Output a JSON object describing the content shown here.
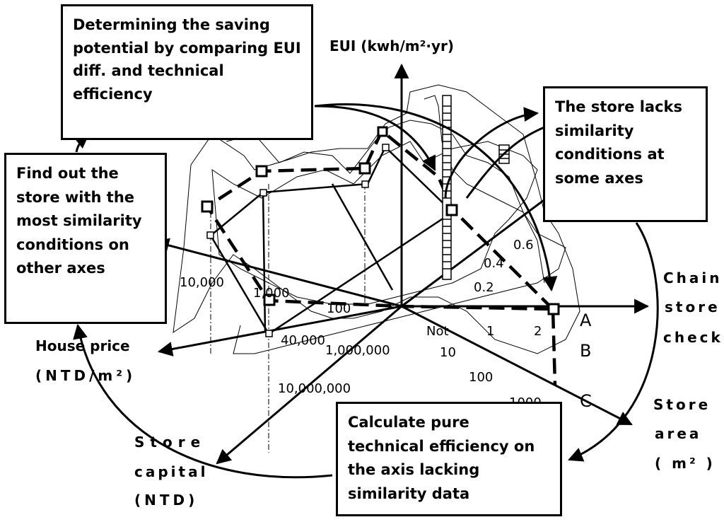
{
  "axes": {
    "eui": "EUI  (kwh/m²·yr)",
    "chain_line1": "Chain",
    "chain_line2": "store",
    "chain_line3": "check",
    "area_line1": "Store",
    "area_line2": "area",
    "area_line3": "( m² )",
    "capital_line1": "Store",
    "capital_line2": "capital",
    "capital_line3": "(NTD)",
    "house_line1": "House  price",
    "house_line2": "(NTD/m²)"
  },
  "ticks": {
    "eui": [
      "0.2",
      "0.4",
      "0.6"
    ],
    "chain": [
      "Not",
      "1",
      "2"
    ],
    "area": [
      "10",
      "100",
      "1000"
    ],
    "capital": [
      "1,000,000",
      "10,000,000"
    ],
    "house": [
      "100",
      "1,000",
      "10,000",
      "40,000"
    ]
  },
  "letters": [
    "A",
    "B",
    "C"
  ],
  "boxes": {
    "saving": "Determining the saving potential by comparing EUI diff. and technical efficiency",
    "find": "Find out the store with the most similarity conditions on other axes",
    "lacks": "The store lacks similarity conditions at some axes",
    "calc": "Calculate pure technical efficiency on the axis lacking similarity data"
  }
}
